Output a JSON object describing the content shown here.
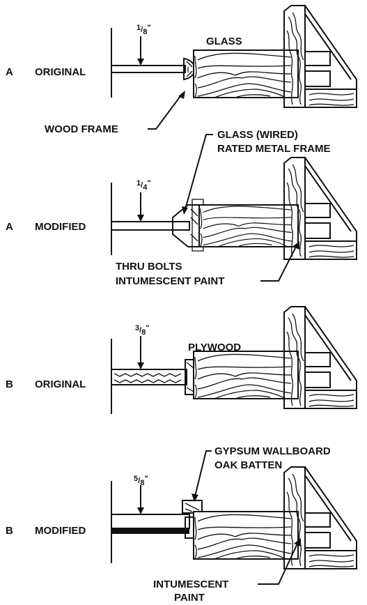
{
  "panels": [
    {
      "letter": "A",
      "state": "ORIGINAL",
      "thickness": {
        "num": "1",
        "den": "8",
        "unit": "\""
      },
      "labels": [
        "GLASS",
        "WOOD FRAME"
      ]
    },
    {
      "letter": "A",
      "state": "MODIFIED",
      "thickness": {
        "num": "1",
        "den": "4",
        "unit": "\""
      },
      "labels": [
        "GLASS (WIRED)",
        "RATED METAL FRAME",
        "THRU BOLTS",
        "INTUMESCENT PAINT"
      ]
    },
    {
      "letter": "B",
      "state": "ORIGINAL",
      "thickness": {
        "num": "3",
        "den": "8",
        "unit": "\""
      },
      "labels": [
        "PLYWOOD"
      ]
    },
    {
      "letter": "B",
      "state": "MODIFIED",
      "thickness": {
        "num": "5",
        "den": "8",
        "unit": "\""
      },
      "labels": [
        "GYPSUM WALLBOARD",
        "OAK BATTEN",
        "INTUMESCENT",
        "PAINT"
      ]
    }
  ],
  "colors": {
    "ink": "#111111",
    "paper": "#ffffff"
  }
}
